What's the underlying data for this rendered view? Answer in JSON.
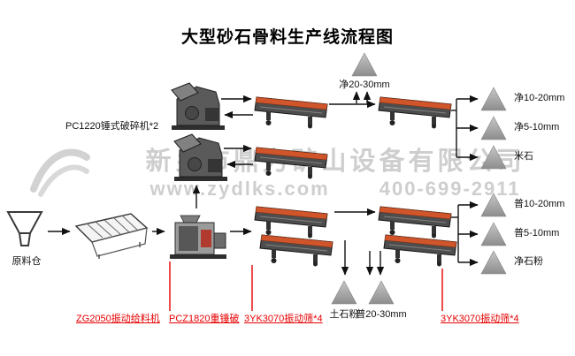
{
  "title": "大型砂石骨料生产线流程图",
  "watermark": {
    "company": "新乡市鼎力矿山设备有限公司",
    "website": "www.zydlks.com",
    "phone": "400-699-2911"
  },
  "equipment": {
    "raw_bin": "原料仓",
    "pc1220": "PC1220锤式破碎机*2",
    "zg2050": "ZG2050振动给料机",
    "pcz1820": "PCZ1820重锤破",
    "screen_mid": "3YK3070振动筛*4",
    "screen_right": "3YK3070振动筛*4"
  },
  "outputs": {
    "top": "净20-30mm",
    "right": [
      "净10-20mm",
      "净5-10mm",
      "米石",
      "普10-20mm",
      "普5-10mm",
      "净石粉"
    ],
    "bottom": [
      "土石粉",
      "普20-30mm"
    ]
  },
  "icons": {
    "raw-material-bin-icon": "hopper-outline",
    "vibrating-feeder-icon": "grate-deck",
    "hammer-crusher-icon": "crusher-box",
    "hammer-crusher-pcz-icon": "crusher-box-red",
    "vibrating-screen-icon": "inclined-screen-deck",
    "aggregate-pile-icon": "cone-triangle",
    "company-logo": "gray-swoosh"
  },
  "colors": {
    "label_red": "#e60000",
    "deck_orange": "#d0552b",
    "cone_gray": "#a8a8a8"
  }
}
